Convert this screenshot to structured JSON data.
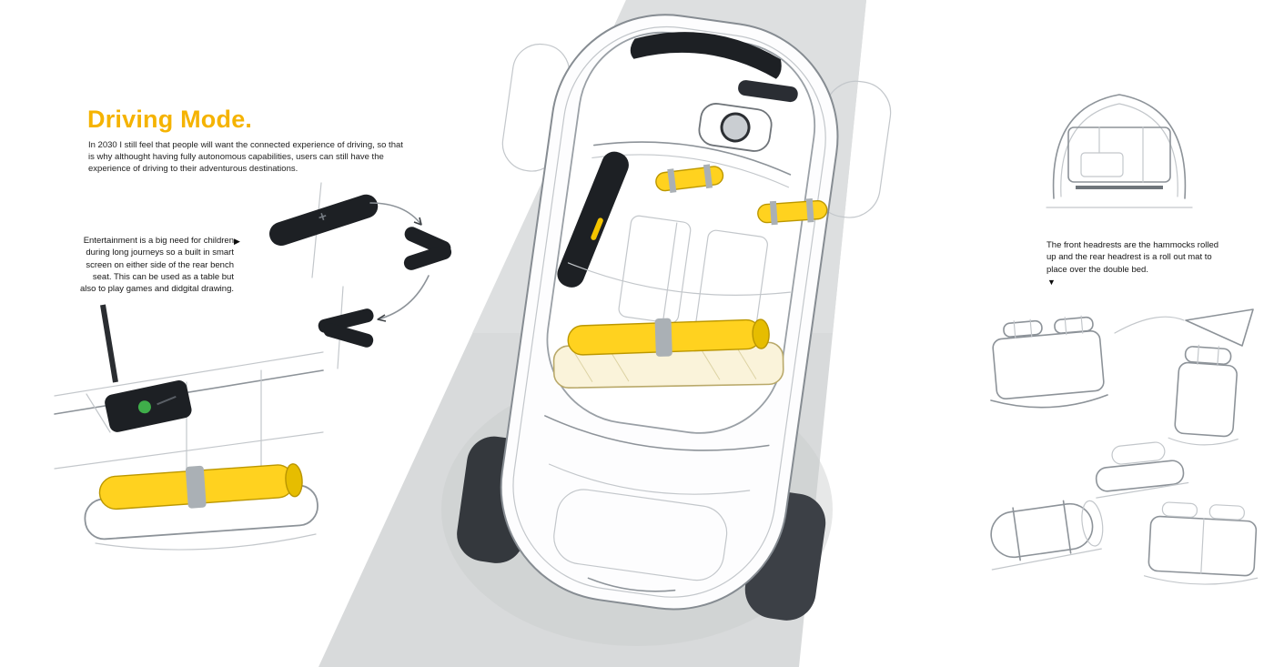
{
  "title": {
    "text": "Driving Mode."
  },
  "intro": {
    "text": "In 2030 I still feel that people will want the connected experience of driving, so that is why althought having fully autonomous capabilities, users can still have the experience of driving to their adventurous destinations."
  },
  "annotations": {
    "left": {
      "text": "Entertainment is a big need for children during long journeys so a built in smart screen on either side of the rear bench seat. This can be used as a table but also to play games and didgital drawing."
    },
    "right": {
      "text": "The front headrests are the hammocks rolled up and the rear headrest is a roll out mat to place over the double bed."
    }
  },
  "icons": {
    "pointer_right": "▶",
    "pointer_down": "▼"
  },
  "colors": {
    "accent": "#f5b301",
    "mat-yellow": "#ffd21f",
    "road-gray": "#d8dadb",
    "sketch-line": "#8d9399",
    "screen-black": "#1d2024"
  }
}
